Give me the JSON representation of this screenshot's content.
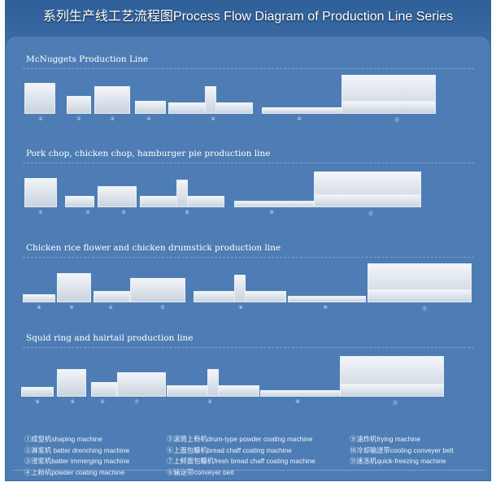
{
  "title": "系列生产线工艺流程图Process Flow Diagram of Production Line Series",
  "lines": [
    {
      "name": "McNuggets Production Line",
      "steps": [
        "①",
        "②",
        "③",
        "④",
        "⑨",
        "⑩",
        "⑪"
      ]
    },
    {
      "name": "Pork chop, chicken chop, hamburger pie production line",
      "steps": [
        "①",
        "②",
        "③",
        "⑨",
        "⑩",
        "⑪"
      ]
    },
    {
      "name": "Chicken rice flower and chicken drumstick production line",
      "steps": [
        "⑧",
        "④",
        "②",
        "⑤",
        "⑨",
        "⑩",
        "⑪"
      ]
    },
    {
      "name": "Squid ring and hairtail production line",
      "steps": [
        "⑧",
        "④",
        "②",
        "⑦",
        "⑨",
        "⑩",
        "⑪"
      ]
    }
  ],
  "legend": [
    "①成型机shaping machine",
    "②淋浆机 batter drenching machine",
    "③浸浆机batter immerging machine",
    "④上粉机powder coating machine",
    "⑤滚筒上粉机drum-type powder coating machine",
    "⑥上面包糠机bread chaff coating machine",
    "⑦上鲜面包糠机fresh bread chaff coating machine",
    "⑧输送带conveyer belt",
    "⑨油炸机frying machine",
    "⑩冷却输送带cooling conveyer belt",
    "⑪速冻机quick-freezing machine"
  ]
}
